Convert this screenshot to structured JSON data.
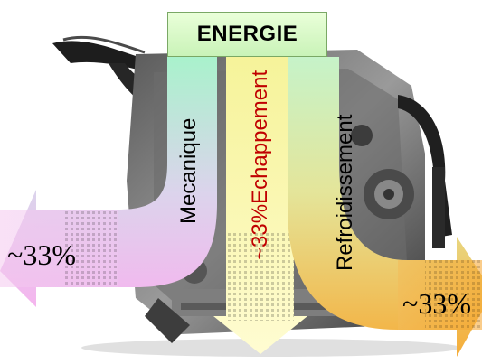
{
  "title": "ENERGIE",
  "flows": [
    {
      "label": "Mecanique",
      "share": "~33%",
      "color": "#000000"
    },
    {
      "label": "Echappement",
      "share": "~33%",
      "color": "#c00000"
    },
    {
      "label": "Refroidissement",
      "share": "~33%",
      "color": "#000000"
    }
  ],
  "colors": {
    "mecanique_arrow_top": "#a9f2cc",
    "mecanique_arrow_bottom": "#f5b5ee",
    "echappement_arrow_top": "#f9f6a6",
    "echappement_arrow_bottom": "#fffcc8",
    "refroidissement_arrow_top": "#c6f3c9",
    "refroidissement_arrow_bottom": "#f5ad3a",
    "engine_dark": "#2b2b2b",
    "title_box": "#d4f7c4"
  },
  "icons": [
    "engine-image",
    "flow-arrow-left",
    "flow-arrow-down",
    "flow-arrow-right"
  ]
}
